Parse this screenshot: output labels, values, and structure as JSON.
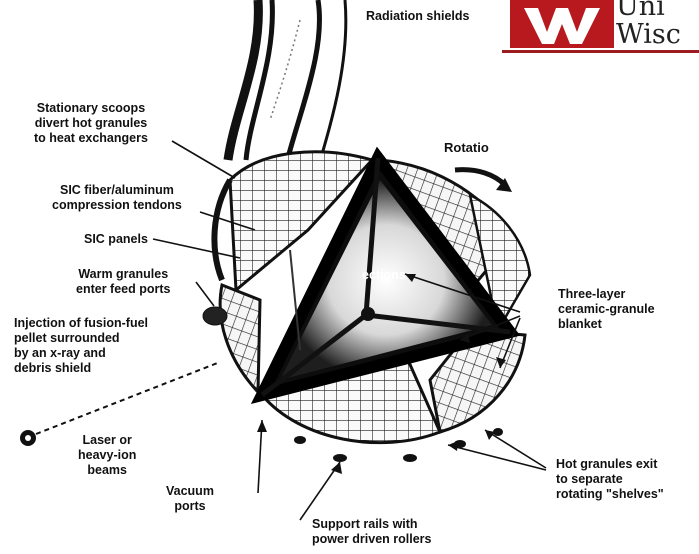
{
  "header": {
    "logo_letter": "W",
    "logo_text_line1": "Uni",
    "logo_text_line2": "Wisc",
    "brand_color": "#b7191e"
  },
  "labels": {
    "radiation_shields": "Radiation shields",
    "rotation": "Rotatio",
    "stationary_scoops": [
      "Stationary scoops",
      "divert hot granules",
      "to heat exchangers"
    ],
    "tendons": [
      "SIC fiber/aluminum",
      "compression tendons"
    ],
    "sic_panels": "SIC panels",
    "warm_granules": [
      "Warm granules",
      "enter feed ports"
    ],
    "injection": [
      "Injection of fusion-fuel",
      "pellet surrounded",
      "by an x-ray and",
      "debris shield"
    ],
    "laser": [
      "Laser or",
      "heavy-ion",
      "beams"
    ],
    "vacuum": [
      "Vacuum",
      "ports"
    ],
    "support": [
      "Support rails with",
      "power driven rollers"
    ],
    "hot_granules": [
      "Hot granules exit",
      "to separate",
      "rotating \"shelves\""
    ],
    "three_layer": [
      "Three-layer",
      "ceramic-granule",
      "blanket"
    ],
    "center": "ections"
  }
}
